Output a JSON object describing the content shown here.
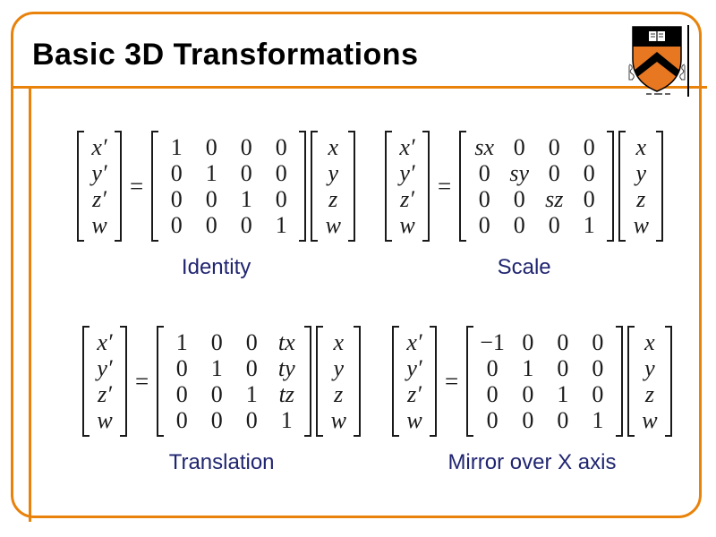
{
  "slide": {
    "title": "Basic 3D Transformations",
    "accent_color": "#E8820A",
    "caption_color": "#202570",
    "background_color": "#FFFFFF"
  },
  "logo": {
    "name": "princeton-shield",
    "shield_orange": "#E87722",
    "shield_black": "#000000"
  },
  "equations": [
    {
      "caption": "Identity",
      "lhs": [
        "x′",
        "y′",
        "z′",
        "w"
      ],
      "equals": "=",
      "matrix": [
        [
          "1",
          "0",
          "0",
          "0"
        ],
        [
          "0",
          "1",
          "0",
          "0"
        ],
        [
          "0",
          "0",
          "1",
          "0"
        ],
        [
          "0",
          "0",
          "0",
          "1"
        ]
      ],
      "rhs": [
        "x",
        "y",
        "z",
        "w"
      ]
    },
    {
      "caption": "Scale",
      "lhs": [
        "x′",
        "y′",
        "z′",
        "w"
      ],
      "equals": "=",
      "matrix": [
        [
          "sx",
          "0",
          "0",
          "0"
        ],
        [
          "0",
          "sy",
          "0",
          "0"
        ],
        [
          "0",
          "0",
          "sz",
          "0"
        ],
        [
          "0",
          "0",
          "0",
          "1"
        ]
      ],
      "rhs": [
        "x",
        "y",
        "z",
        "w"
      ]
    },
    {
      "caption": "Translation",
      "lhs": [
        "x′",
        "y′",
        "z′",
        "w"
      ],
      "equals": "=",
      "matrix": [
        [
          "1",
          "0",
          "0",
          "tx"
        ],
        [
          "0",
          "1",
          "0",
          "ty"
        ],
        [
          "0",
          "0",
          "1",
          "tz"
        ],
        [
          "0",
          "0",
          "0",
          "1"
        ]
      ],
      "rhs": [
        "x",
        "y",
        "z",
        "w"
      ]
    },
    {
      "caption": "Mirror over X axis",
      "lhs": [
        "x′",
        "y′",
        "z′",
        "w"
      ],
      "equals": "=",
      "matrix": [
        [
          "−1",
          "0",
          "0",
          "0"
        ],
        [
          "0",
          "1",
          "0",
          "0"
        ],
        [
          "0",
          "0",
          "1",
          "0"
        ],
        [
          "0",
          "0",
          "0",
          "1"
        ]
      ],
      "rhs": [
        "x",
        "y",
        "z",
        "w"
      ]
    }
  ]
}
